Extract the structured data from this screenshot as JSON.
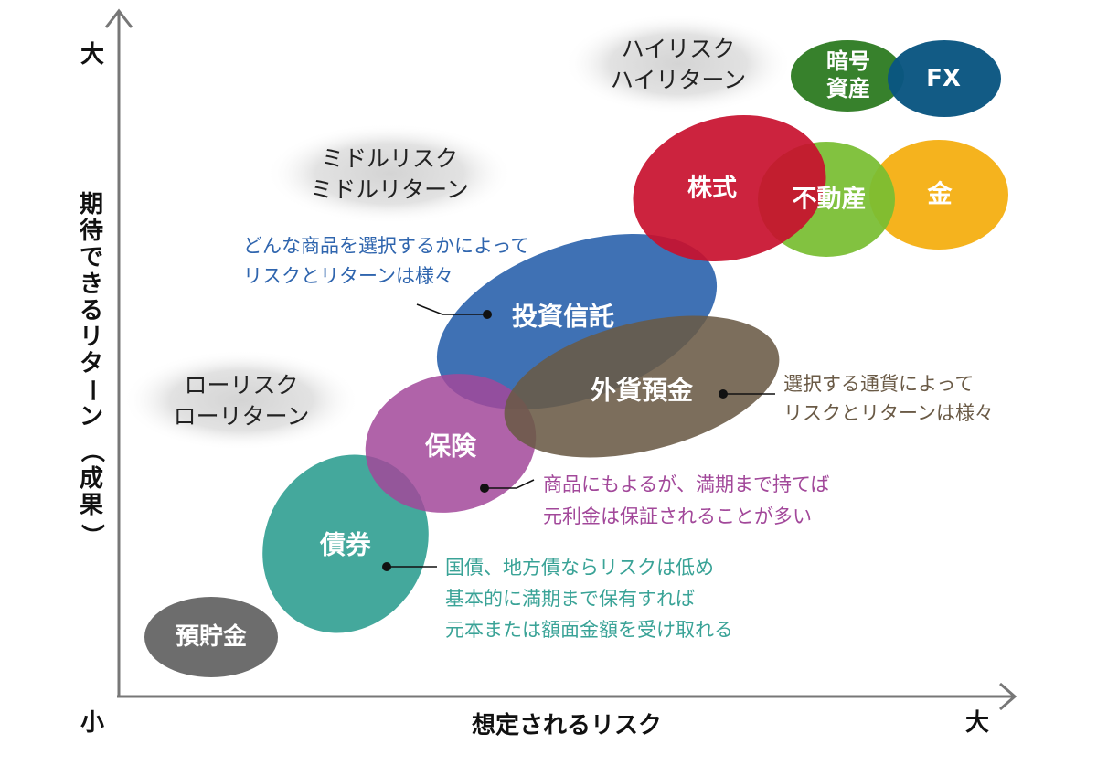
{
  "axes": {
    "x_title": "想定されるリスク",
    "y_title": [
      "期",
      "待",
      "で",
      "き",
      "る",
      "リ",
      "タ",
      "ー",
      "ン",
      "（",
      "成",
      "果",
      "）"
    ],
    "y_max_label": "大",
    "origin_label": "小",
    "x_max_label": "大",
    "big_color": "#c8102e",
    "small_color": "#1f5fa8"
  },
  "zones": {
    "high": [
      "ハイリスク",
      "ハイリターン"
    ],
    "mid": [
      "ミドルリスク",
      "ミドルリターン"
    ],
    "low": [
      "ローリスク",
      "ローリターン"
    ]
  },
  "products": {
    "deposit": {
      "label": "預貯金",
      "color": "#6d6d6d"
    },
    "bond": {
      "label": "債券",
      "color": "#3aa397"
    },
    "insurance": {
      "label": "保険",
      "color": "#a2489a"
    },
    "fx_deposit": {
      "label": "外貨預金",
      "color": "#6a5a46"
    },
    "fund": {
      "label": "投資信託",
      "color": "#2f65ae"
    },
    "stock": {
      "label": "株式",
      "color": "#c8102e"
    },
    "realestate": {
      "label": "不動産",
      "color": "#79bd32"
    },
    "gold": {
      "label": "金",
      "color": "#f5b31e"
    },
    "crypto": {
      "label": [
        "暗号",
        "資産"
      ],
      "color": "#37812c"
    },
    "fx": {
      "label": "FX",
      "color": "#0a5681"
    }
  },
  "notes": {
    "fund": {
      "lines": [
        "どんな商品を選択するかによって",
        "リスクとリターンは様々"
      ],
      "color": "#2f65ae"
    },
    "fx_deposit": {
      "lines": [
        "選択する通貨によって",
        "リスクとリターンは様々"
      ],
      "color": "#6a5a46"
    },
    "insurance": {
      "lines": [
        "商品にもよるが、満期まで持てば",
        "元利金は保証されることが多い"
      ],
      "color": "#a2489a"
    },
    "bond": {
      "lines": [
        "国債、地方債ならリスクは低め",
        "基本的に満期まで保有すれば",
        "元本または額面金額を受け取れる"
      ],
      "color": "#3aa397"
    }
  }
}
